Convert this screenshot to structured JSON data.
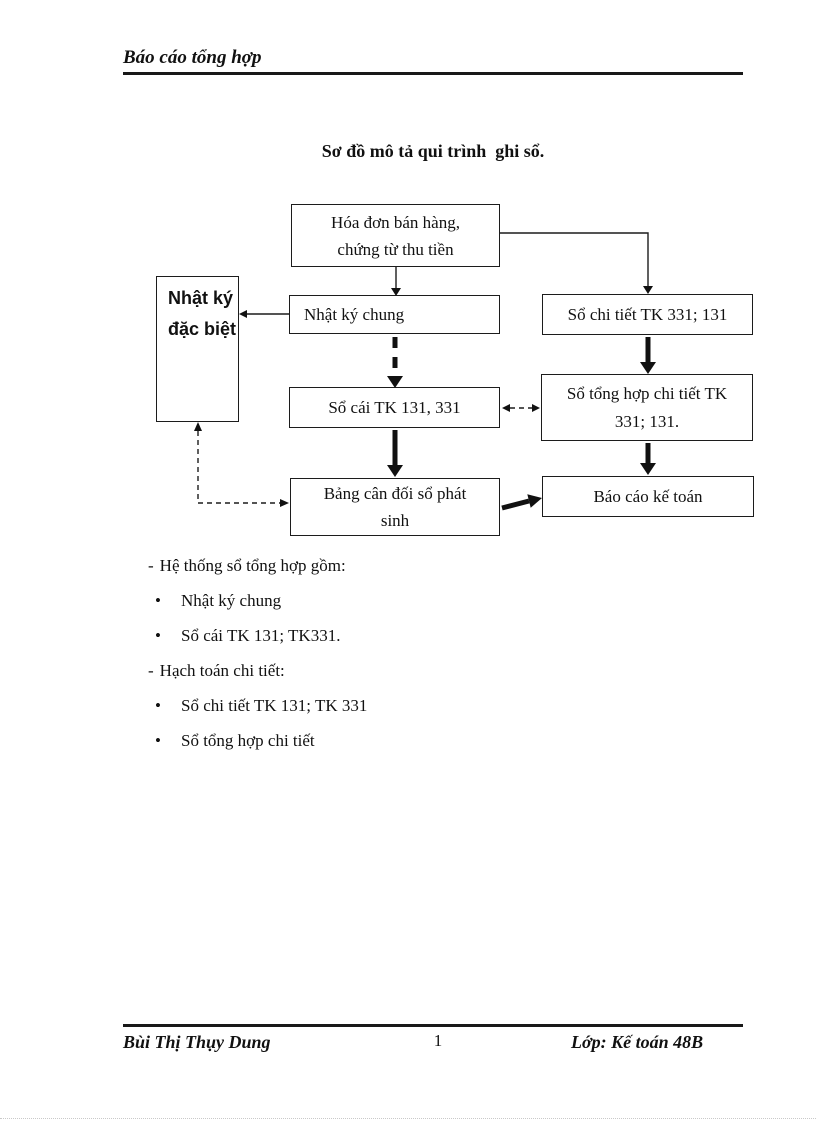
{
  "header": {
    "title": "Báo cáo tổng hợp"
  },
  "doc_title": "Sơ đồ mô tả qui trình  ghi sổ.",
  "diagram": {
    "boxes": {
      "hoa_don": "Hóa đơn bán hàng,\nchứng từ thu tiền",
      "nhat_ky_dac_biet": "Nhật ký\nđặc biệt",
      "nhat_ky_chung": "Nhật ký chung",
      "so_chi_tiet": "Sổ chi tiết TK 331; 131",
      "so_cai": "Sổ cái TK 131, 331",
      "so_tong_hop": "Sổ tổng hợp chi tiết TK\n331; 131.",
      "bang_can_doi": "Bảng cân đối sổ phát\nsinh",
      "bao_cao": "Báo cáo kế toán"
    },
    "connections": [
      {
        "from": "hoa_don",
        "to": "nhat_ky_chung",
        "style": "solid-thin-arrow"
      },
      {
        "from": "hoa_don",
        "to": "so_chi_tiet",
        "style": "solid-thin-elbow-arrow"
      },
      {
        "from": "nhat_ky_chung",
        "to": "nhat_ky_dac_biet",
        "style": "solid-thin-arrow"
      },
      {
        "from": "nhat_ky_chung",
        "to": "so_cai",
        "style": "dashed-thick-arrow"
      },
      {
        "from": "so_chi_tiet",
        "to": "so_tong_hop",
        "style": "solid-thick-arrow"
      },
      {
        "from": "so_cai",
        "to": "so_tong_hop",
        "style": "dashed-double-headed-arrow"
      },
      {
        "from": "so_cai",
        "to": "bang_can_doi",
        "style": "solid-thick-arrow"
      },
      {
        "from": "so_tong_hop",
        "to": "bao_cao",
        "style": "solid-thick-arrow"
      },
      {
        "from": "bang_can_doi",
        "to": "bao_cao",
        "style": "solid-thick-arrow"
      },
      {
        "from": "nhat_ky_dac_biet",
        "to": "bang_can_doi",
        "style": "dashed-double-headed-elbow-arrow"
      }
    ]
  },
  "notes": {
    "items": [
      {
        "marker": "-",
        "text": "Hệ thống sổ tổng hợp gồm:"
      },
      {
        "marker": "•",
        "text": "Nhật ký chung"
      },
      {
        "marker": "•",
        "text": "Sổ cái TK 131; TK331."
      },
      {
        "marker": "-",
        "text": "Hạch toán chi tiết:"
      },
      {
        "marker": "•",
        "text": "Sổ chi tiết TK 131; TK 331"
      },
      {
        "marker": "•",
        "text": "Sổ tổng hợp chi tiết"
      }
    ]
  },
  "footer": {
    "author": "Bùi Thị Thụy Dung",
    "page_number": "1",
    "class_name": "Lớp: Kế toán 48B"
  },
  "colors": {
    "ink": "#111111",
    "paper": "#ffffff"
  }
}
